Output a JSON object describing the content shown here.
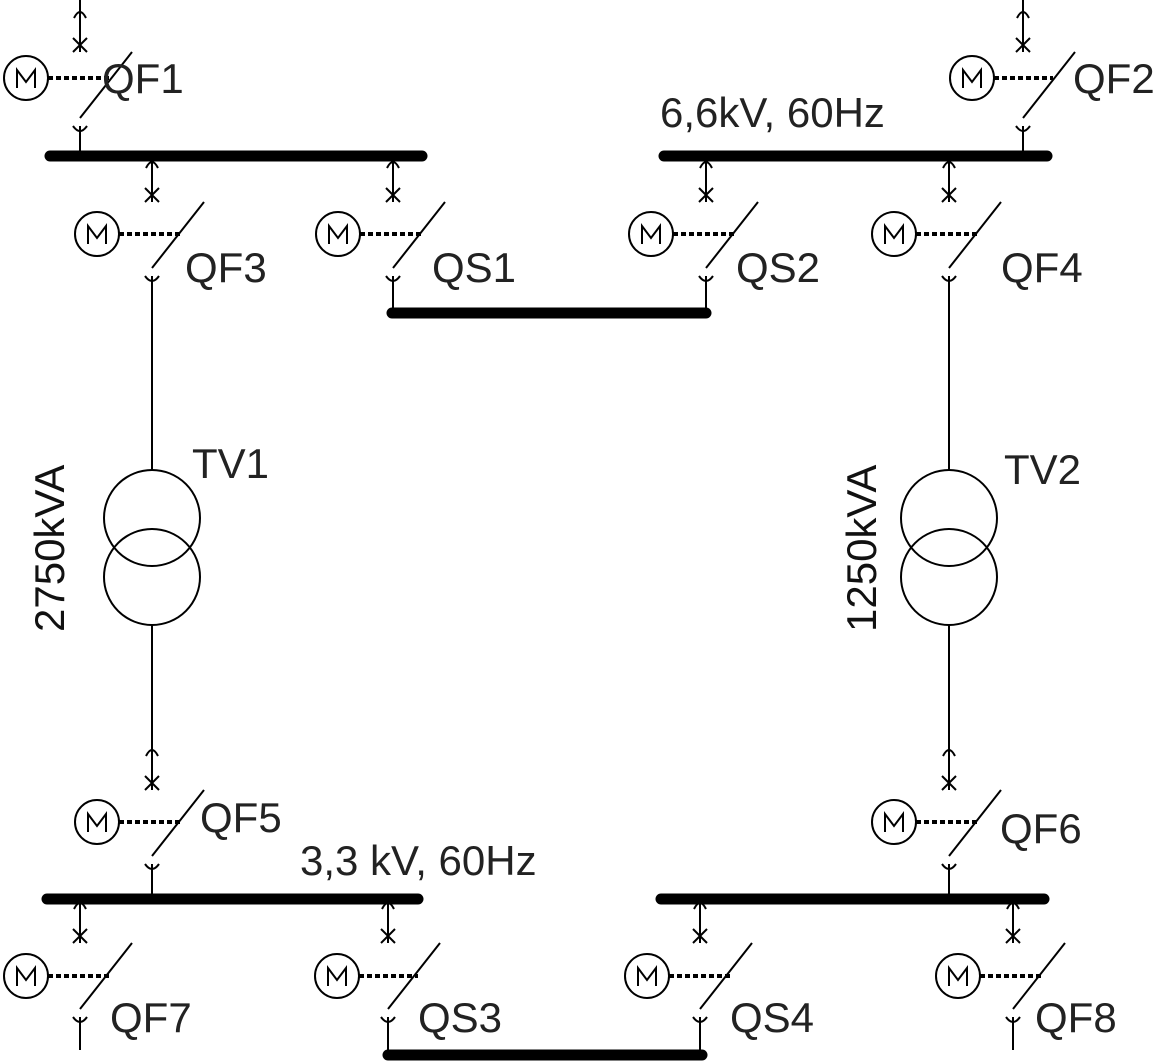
{
  "switches": [
    {
      "id": "qf1",
      "label": "QF1"
    },
    {
      "id": "qf2",
      "label": "QF2"
    },
    {
      "id": "qf3",
      "label": "QF3"
    },
    {
      "id": "qs1",
      "label": "QS1"
    },
    {
      "id": "qs2",
      "label": "QS2"
    },
    {
      "id": "qf4",
      "label": "QF4"
    },
    {
      "id": "qf5",
      "label": "QF5"
    },
    {
      "id": "qf6",
      "label": "QF6"
    },
    {
      "id": "qf7",
      "label": "QF7"
    },
    {
      "id": "qs3",
      "label": "QS3"
    },
    {
      "id": "qs4",
      "label": "QS4"
    },
    {
      "id": "qf8",
      "label": "QF8"
    }
  ],
  "buses": {
    "hv_label": "6,6kV, 60Hz",
    "lv_label": "3,3 kV, 60Hz"
  },
  "transformers": [
    {
      "id": "tv1",
      "label": "TV1",
      "rating": "2750kVA"
    },
    {
      "id": "tv2",
      "label": "TV2",
      "rating": "1250kVA"
    }
  ]
}
